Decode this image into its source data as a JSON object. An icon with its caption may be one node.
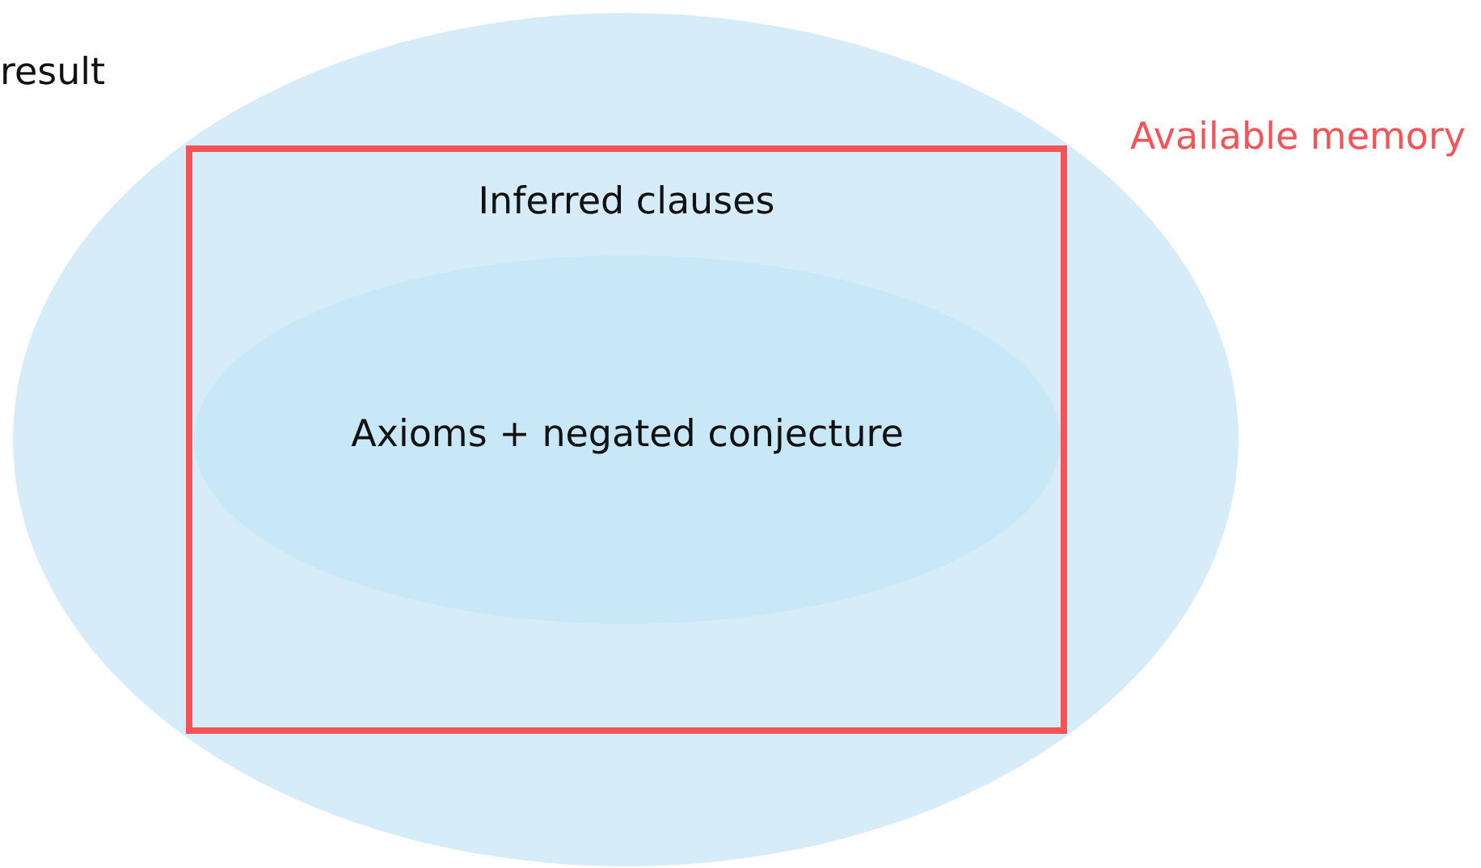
{
  "diagram": {
    "nodes": [
      {
        "text": [],
        "shape": "ellipse"
      },
      {
        "text": [
          "Inferred clauses"
        ],
        "beside": [
          "Available memory"
        ],
        "in": 0
      },
      {
        "text": [
          "Axioms + negated conjecture"
        ],
        "in": 1
      }
    ],
    "labels": [
      "result"
    ]
  }
}
